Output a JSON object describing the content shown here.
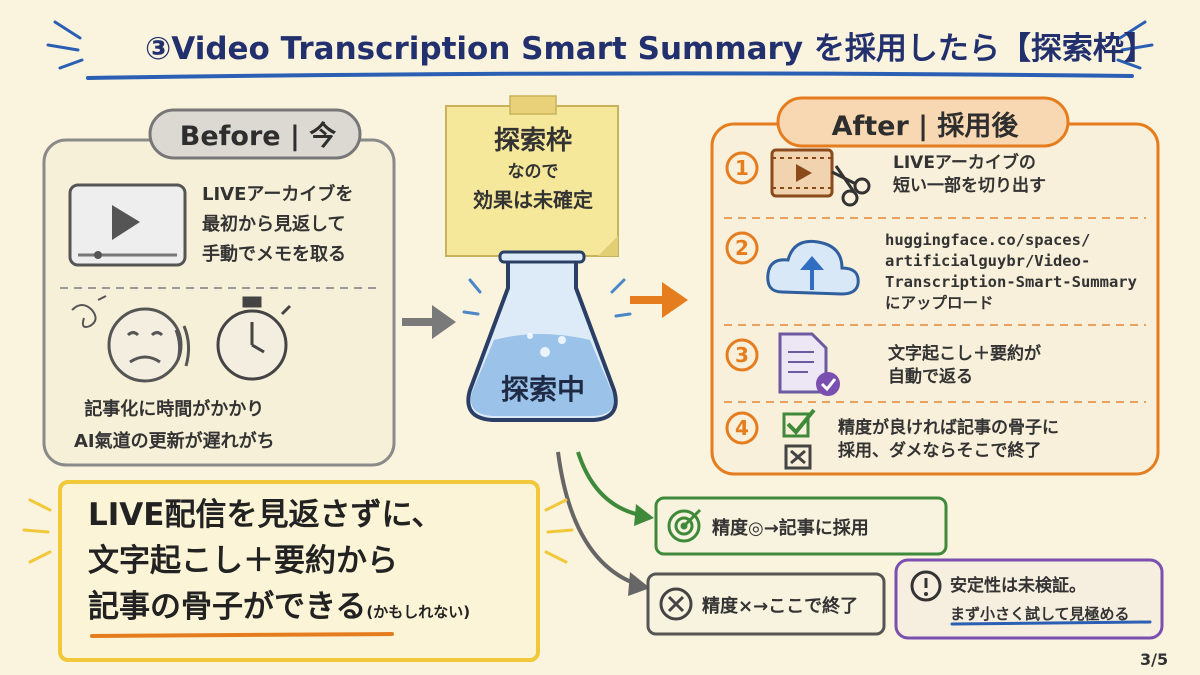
{
  "title": "③Video Transcription Smart Summary を採用したら【探索枠】",
  "before": {
    "label": "Before | 今",
    "line1": "LIVEアーカイブを",
    "line2": "最初から見返して",
    "line3": "手動でメモを取る",
    "problem1": "記事化に時間がかかり",
    "problem2": "AI氣道の更新が遅れがち"
  },
  "note": {
    "line1": "探索枠",
    "line2": "なので",
    "line3": "効果は未確定"
  },
  "flask": {
    "label": "探索中"
  },
  "after": {
    "label": "After | 採用後",
    "steps": [
      {
        "num": "1",
        "line1": "LIVEアーカイブの",
        "line2": "短い一部を切り出す"
      },
      {
        "num": "2",
        "line1": "huggingface.co/spaces/",
        "line2": "artificialguybr/Video-",
        "line3": "Transcription-Smart-Summary",
        "line4": "にアップロード"
      },
      {
        "num": "3",
        "line1": "文字起こし＋要約が",
        "line2": "自動で返る"
      },
      {
        "num": "4",
        "line1": "精度が良ければ記事の骨子に",
        "line2": "採用、ダメならそこで終了"
      }
    ]
  },
  "headline": {
    "line1": "LIVE配信を見返さずに、",
    "line2": "文字起こし＋要約から",
    "line3": "記事の骨子ができる",
    "note": "(かもしれない)"
  },
  "results": {
    "good": "精度◎→記事に採用",
    "bad": "精度×→ここで終了"
  },
  "warning": {
    "line1": "安定性は未検証。",
    "line2": "まず小さく試して見極める"
  },
  "page": "3/5",
  "colors": {
    "background": "#faf3dd",
    "title_blue": "#22306e",
    "after_orange": "#e57d1f",
    "before_gray": "#777777",
    "good_green": "#3f8a3a",
    "warn_purple": "#7a4fb0",
    "headline_yellow": "#f0c83a"
  }
}
